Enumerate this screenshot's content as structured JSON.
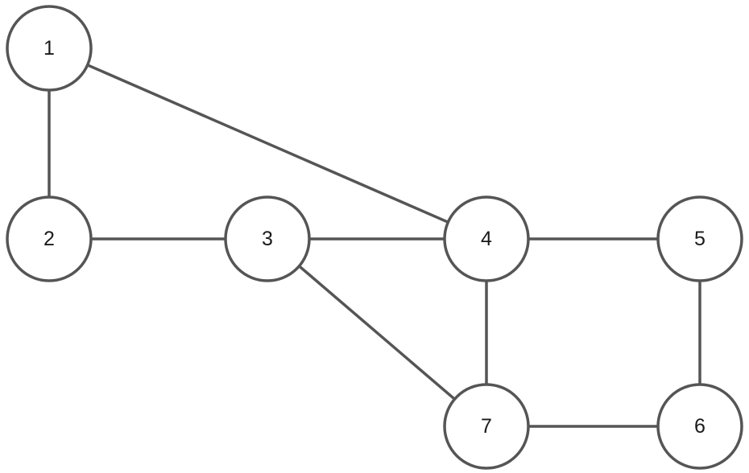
{
  "diagram": {
    "type": "undirected-graph",
    "nodes": [
      {
        "id": "1",
        "label": "1"
      },
      {
        "id": "2",
        "label": "2"
      },
      {
        "id": "3",
        "label": "3"
      },
      {
        "id": "4",
        "label": "4"
      },
      {
        "id": "5",
        "label": "5"
      },
      {
        "id": "6",
        "label": "6"
      },
      {
        "id": "7",
        "label": "7"
      }
    ],
    "edges": [
      {
        "from": "1",
        "to": "2"
      },
      {
        "from": "1",
        "to": "4"
      },
      {
        "from": "2",
        "to": "3"
      },
      {
        "from": "3",
        "to": "4"
      },
      {
        "from": "3",
        "to": "7"
      },
      {
        "from": "4",
        "to": "5"
      },
      {
        "from": "4",
        "to": "7"
      },
      {
        "from": "5",
        "to": "6"
      },
      {
        "from": "7",
        "to": "6"
      }
    ],
    "colors": {
      "stroke": "#555555",
      "node_fill": "#ffffff",
      "label": "#1a1a1a",
      "background": "#ffffff"
    }
  }
}
